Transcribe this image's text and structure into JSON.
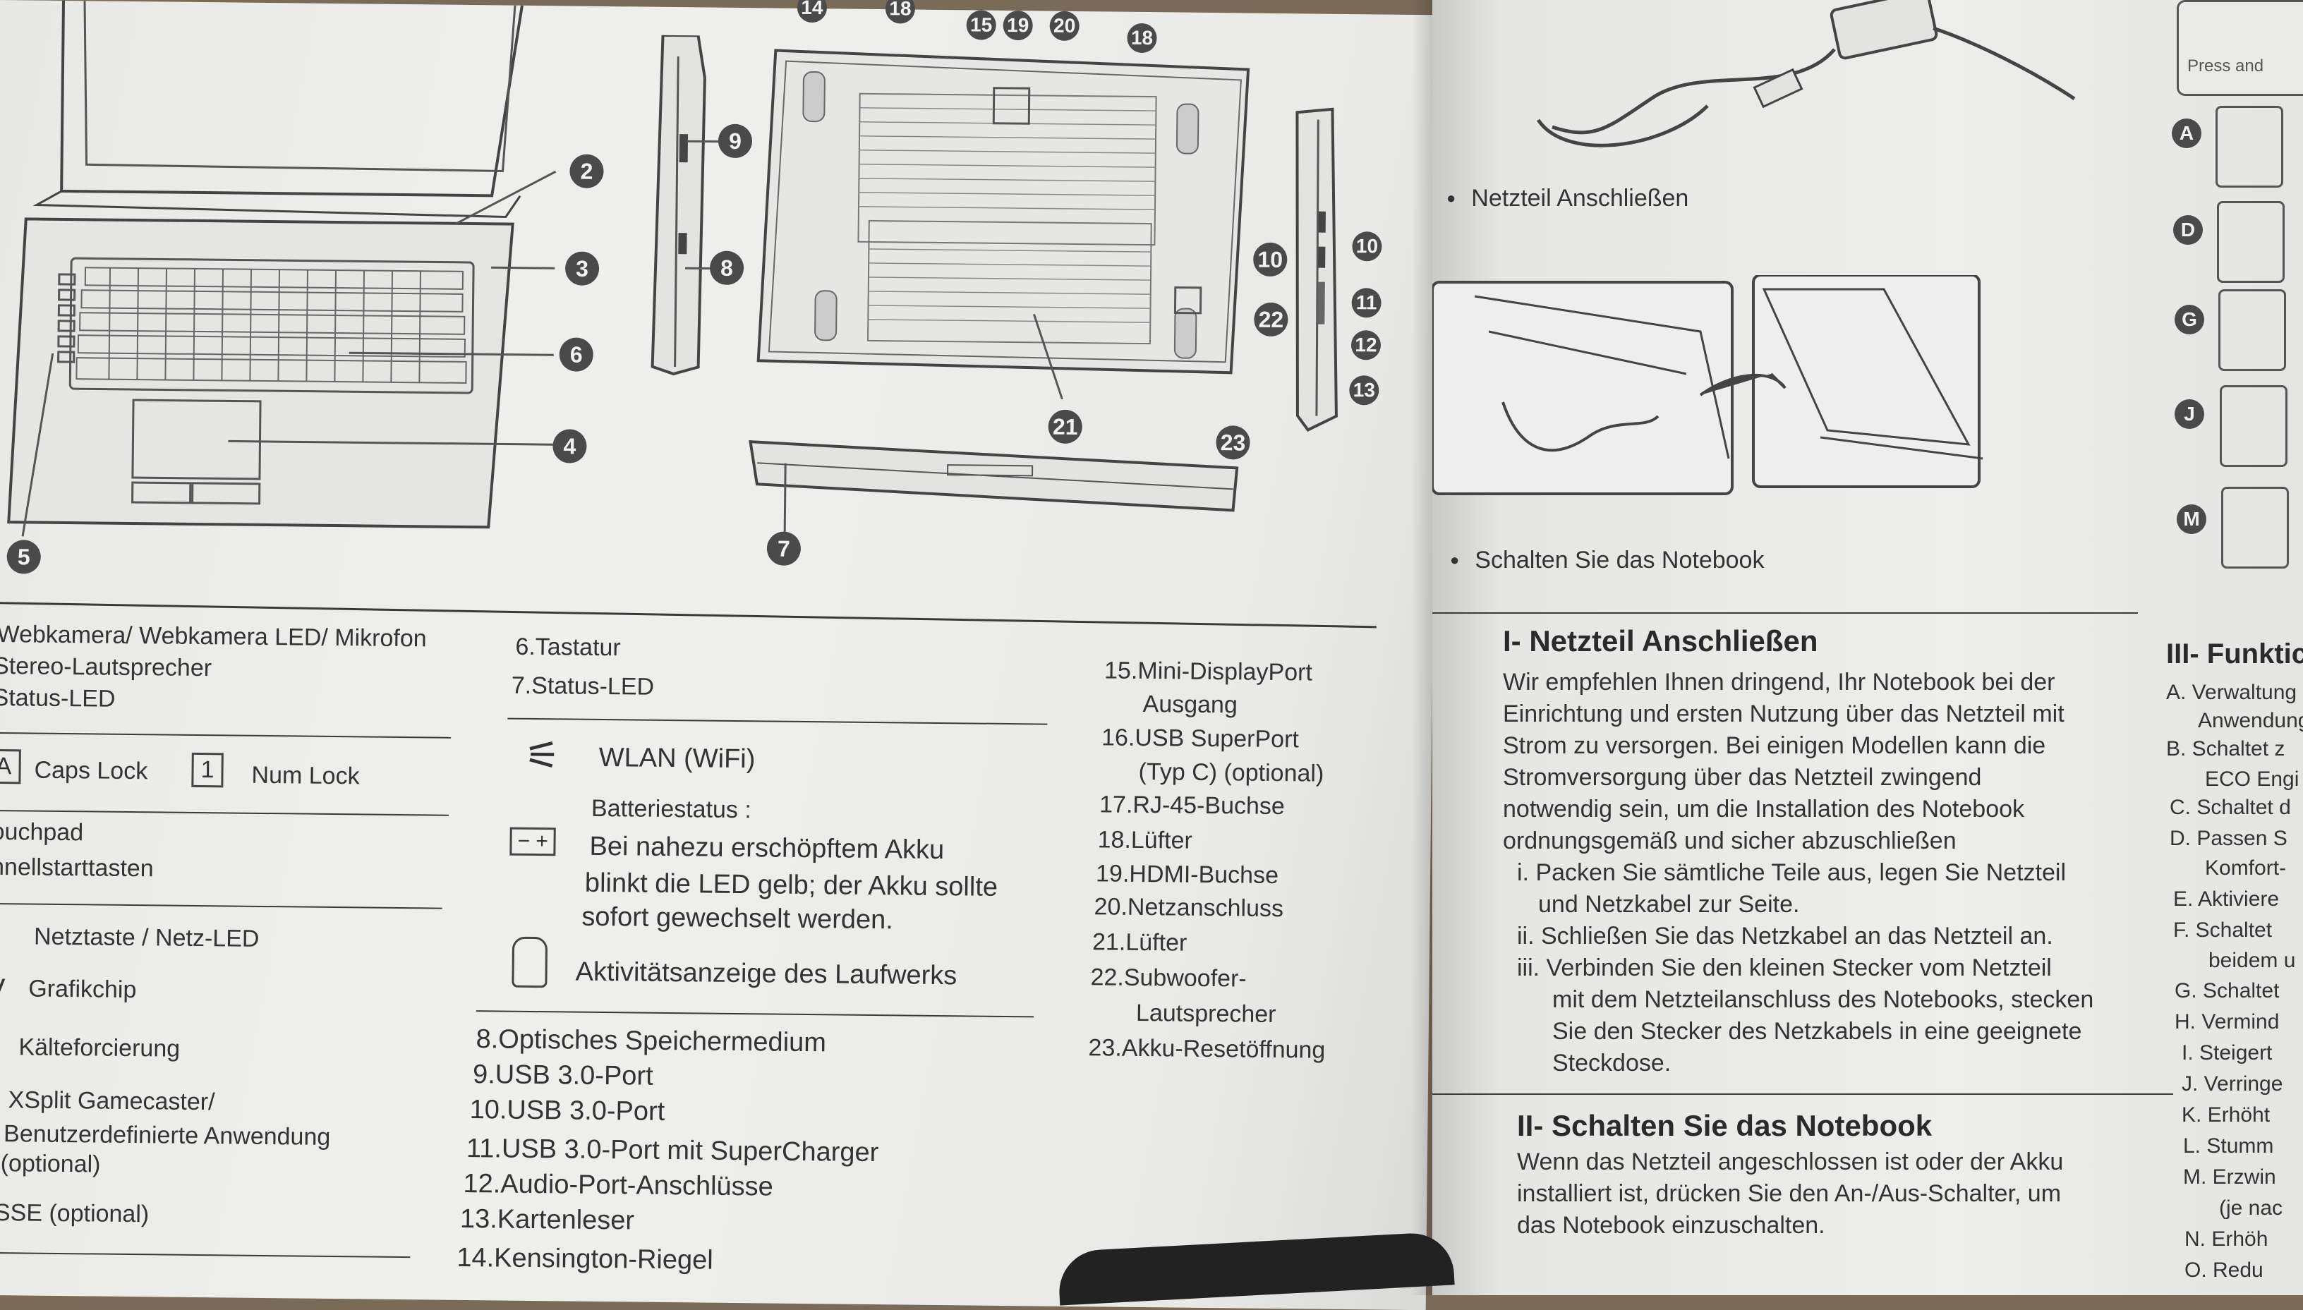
{
  "diagram_callouts": {
    "top_row": [
      "14",
      "18",
      "15",
      "19",
      "20",
      "18"
    ],
    "laptop": [
      "2",
      "3",
      "6",
      "4",
      "5"
    ],
    "side_left": [
      "9",
      "8"
    ],
    "bottom": [
      "21",
      "22",
      "23",
      "10",
      "11",
      "12",
      "13",
      "10"
    ],
    "front": [
      "7"
    ]
  },
  "legend_col1": {
    "line1": "Webkamera/ Webkamera LED/ Mikrofon",
    "line2": "Stereo-Lautsprecher",
    "line3": "Status-LED",
    "caps_key": "A",
    "caps_label": "Caps Lock",
    "num_key": "1",
    "num_label": "Num Lock",
    "touchpad": "ouchpad",
    "quickstart": "hnellstarttasten",
    "power": "Netztaste / Netz-LED",
    "graphics": "Grafikchip",
    "cooler": "Kälteforcierung",
    "xsplit1": "XSplit Gamecaster/",
    "xsplit2": "Benutzerdefinierte Anwendung",
    "xsplit3": "(optional)",
    "sse": "SSE (optional)"
  },
  "legend_col2": {
    "item6": "6.Tastatur",
    "item7": "7.Status-LED",
    "wlan": "WLAN (WiFi)",
    "battery_title": "Batteriestatus :",
    "battery_line1": "Bei nahezu erschöpftem Akku",
    "battery_line2": "blinkt die LED gelb; der Akku sollte",
    "battery_line3": "sofort gewechselt werden.",
    "drive": "Aktivitätsanzeige des Laufwerks",
    "item8": "8.Optisches Speichermedium",
    "item9": "9.USB 3.0-Port",
    "item10": "10.USB 3.0-Port",
    "item11": "11.USB 3.0-Port mit SuperCharger",
    "item12": "12.Audio-Port-Anschlüsse",
    "item13": "13.Kartenleser",
    "item14": "14.Kensington-Riegel"
  },
  "legend_col3": {
    "item15a": "15.Mini-DisplayPort",
    "item15b": "Ausgang",
    "item16a": "16.USB SuperPort",
    "item16b": "(Typ C) (optional)",
    "item17": "17.RJ-45-Buchse",
    "item18": "18.Lüfter",
    "item19": "19.HDMI-Buchse",
    "item20": "20.Netzanschluss",
    "item21": "21.Lüfter",
    "item22a": "22.Subwoofer-",
    "item22b": "Lautsprecher",
    "item23": "23.Akku-Resetöffnung"
  },
  "right_page": {
    "caption_adapter": "Netzteil Anschließen",
    "caption_power": "Schalten Sie das Notebook",
    "press_label": "Press and",
    "letter_icons": [
      "A",
      "D",
      "G",
      "J",
      "M"
    ],
    "section1_title": "I- Netzteil Anschließen",
    "section1_lines": [
      "Wir empfehlen Ihnen dringend, Ihr Notebook bei der",
      "Einrichtung und ersten Nutzung über das Netzteil mit",
      "Strom zu versorgen. Bei einigen Modellen kann die",
      "Stromversorgung über das Netzteil zwingend",
      "notwendig sein, um die Installation des Notebook",
      "ordnungsgemäß und sicher abzuschließen"
    ],
    "step_i_1": "i. Packen Sie sämtliche Teile aus, legen Sie Netzteil",
    "step_i_2": "und Netzkabel zur Seite.",
    "step_ii": "ii. Schließen Sie das Netzkabel an das Netzteil an.",
    "step_iii_1": "iii. Verbinden Sie den kleinen Stecker vom Netzteil",
    "step_iii_2": "mit dem Netzteilanschluss des Notebooks, stecken",
    "step_iii_3": "Sie den Stecker des Netzkabels in eine geeignete",
    "step_iii_4": "Steckdose.",
    "section2_title": "II- Schalten Sie das Notebook",
    "section2_lines": [
      "Wenn das Netzteil angeschlossen ist oder der Akku",
      "installiert ist, drücken Sie den An-/Aus-Schalter, um",
      "das Notebook einzuschalten."
    ],
    "section3_title": "III- Funktic",
    "section3_items": [
      "A. Verwaltung",
      "Anwendung",
      "B. Schaltet z",
      "ECO Engi",
      "C. Schaltet d",
      "D. Passen S",
      "Komfort-",
      "E. Aktiviere",
      "F. Schaltet",
      "beidem u",
      "G. Schaltet",
      "H. Vermind",
      "I. Steigert",
      "J. Verringe",
      "K. Erhöht",
      "L. Stumm",
      "M. Erzwin",
      "(je nac",
      "N. Erhöh",
      "O. Redu"
    ]
  }
}
